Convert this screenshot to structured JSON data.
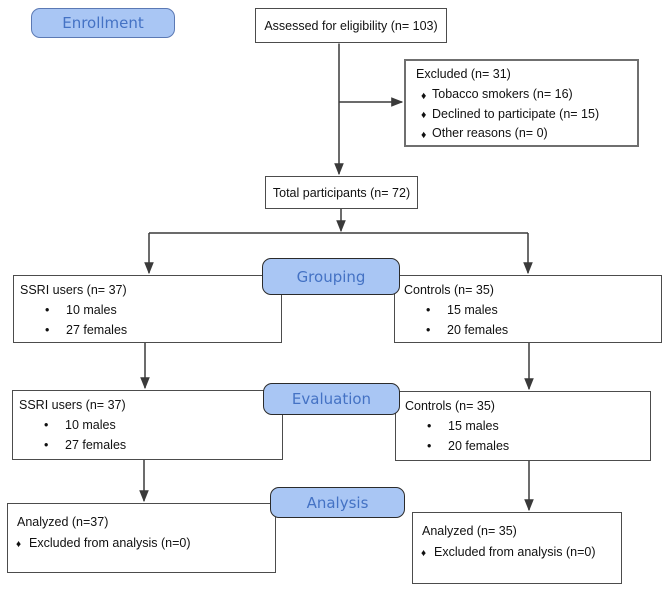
{
  "colors": {
    "label_fill": "#a9c6f4",
    "label_text": "#4472c4",
    "label_border": "#2b2b2b",
    "enrollment_border": "#5b79b4",
    "box_border": "#4c4c4c",
    "excluded_border": "#6f6f6f",
    "line": "#3a3a3a"
  },
  "stages": {
    "enrollment": "Enrollment",
    "grouping": "Grouping",
    "evaluation": "Evaluation",
    "analysis": "Analysis"
  },
  "boxes": {
    "assessed": {
      "title": "Assessed for eligibility (n= 103)"
    },
    "excluded": {
      "title": "Excluded (n= 31)",
      "items": [
        "Tobacco smokers (n= 16)",
        "Declined to participate (n= 15)",
        "Other reasons (n= 0)"
      ]
    },
    "total": {
      "title": "Total participants (n= 72)"
    },
    "grouping_left": {
      "title": "SSRI users (n= 37)",
      "items": [
        "10 males",
        "27 females"
      ]
    },
    "grouping_right": {
      "title": "Controls (n= 35)",
      "items": [
        "15 males",
        "20 females"
      ]
    },
    "evaluation_left": {
      "title": "SSRI users (n= 37)",
      "items": [
        "10 males",
        "27 females"
      ]
    },
    "evaluation_right": {
      "title": "Controls (n= 35)",
      "items": [
        "15 males",
        "20 females"
      ]
    },
    "analysis_left": {
      "title": "Analyzed (n=37)",
      "items": [
        "Excluded from analysis (n=0)"
      ]
    },
    "analysis_right": {
      "title": "Analyzed (n= 35)",
      "items": [
        "Excluded from analysis (n=0)"
      ]
    }
  }
}
